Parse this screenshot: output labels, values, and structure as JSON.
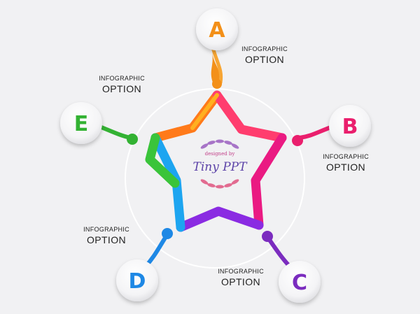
{
  "watermark": {
    "top_text": "designed by",
    "main_text": "Tiny PPT"
  },
  "options": [
    {
      "letter": "A",
      "title": "INFOGRAPHIC",
      "subtitle": "OPTION",
      "color": "#f39019"
    },
    {
      "letter": "B",
      "title": "INFOGRAPHIC",
      "subtitle": "OPTION",
      "color": "#ea1f6d"
    },
    {
      "letter": "C",
      "title": "INFOGRAPHIC",
      "subtitle": "OPTION",
      "color": "#7b2cbf"
    },
    {
      "letter": "D",
      "title": "INFOGRAPHIC",
      "subtitle": "OPTION",
      "color": "#1e88e5"
    },
    {
      "letter": "E",
      "title": "INFOGRAPHIC",
      "subtitle": "OPTION",
      "color": "#33b233"
    }
  ]
}
